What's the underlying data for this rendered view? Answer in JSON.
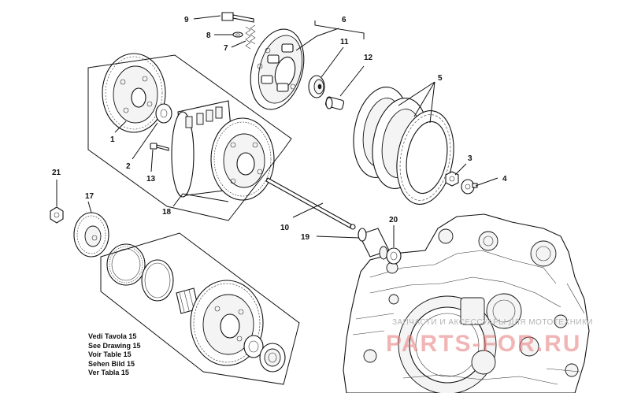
{
  "callouts": [
    {
      "id": "c9",
      "text": "9"
    },
    {
      "id": "c8",
      "text": "8"
    },
    {
      "id": "c7",
      "text": "7"
    },
    {
      "id": "c6",
      "text": "6"
    },
    {
      "id": "c11",
      "text": "11"
    },
    {
      "id": "c12",
      "text": "12"
    },
    {
      "id": "c5",
      "text": "5"
    },
    {
      "id": "c1",
      "text": "1"
    },
    {
      "id": "c2",
      "text": "2"
    },
    {
      "id": "c13",
      "text": "13"
    },
    {
      "id": "c18",
      "text": "18"
    },
    {
      "id": "c3",
      "text": "3"
    },
    {
      "id": "c4",
      "text": "4"
    },
    {
      "id": "c21",
      "text": "21"
    },
    {
      "id": "c17",
      "text": "17"
    },
    {
      "id": "c10",
      "text": "10"
    },
    {
      "id": "c20",
      "text": "20"
    },
    {
      "id": "c19",
      "text": "19"
    }
  ],
  "reference_note": [
    "Vedi Tavola 15",
    "See Drawing 15",
    "Voir Table 15",
    "Sehen Bild 15",
    "Ver Tabla 15"
  ],
  "watermark": {
    "top_text": "ЗАПЧАСТИ И АКСЕССУАРЫ ДЛЯ МОТОТЕХНИКИ",
    "logo_text": "PARTS-FOR.RU",
    "logo_color": "#e67a7a"
  }
}
